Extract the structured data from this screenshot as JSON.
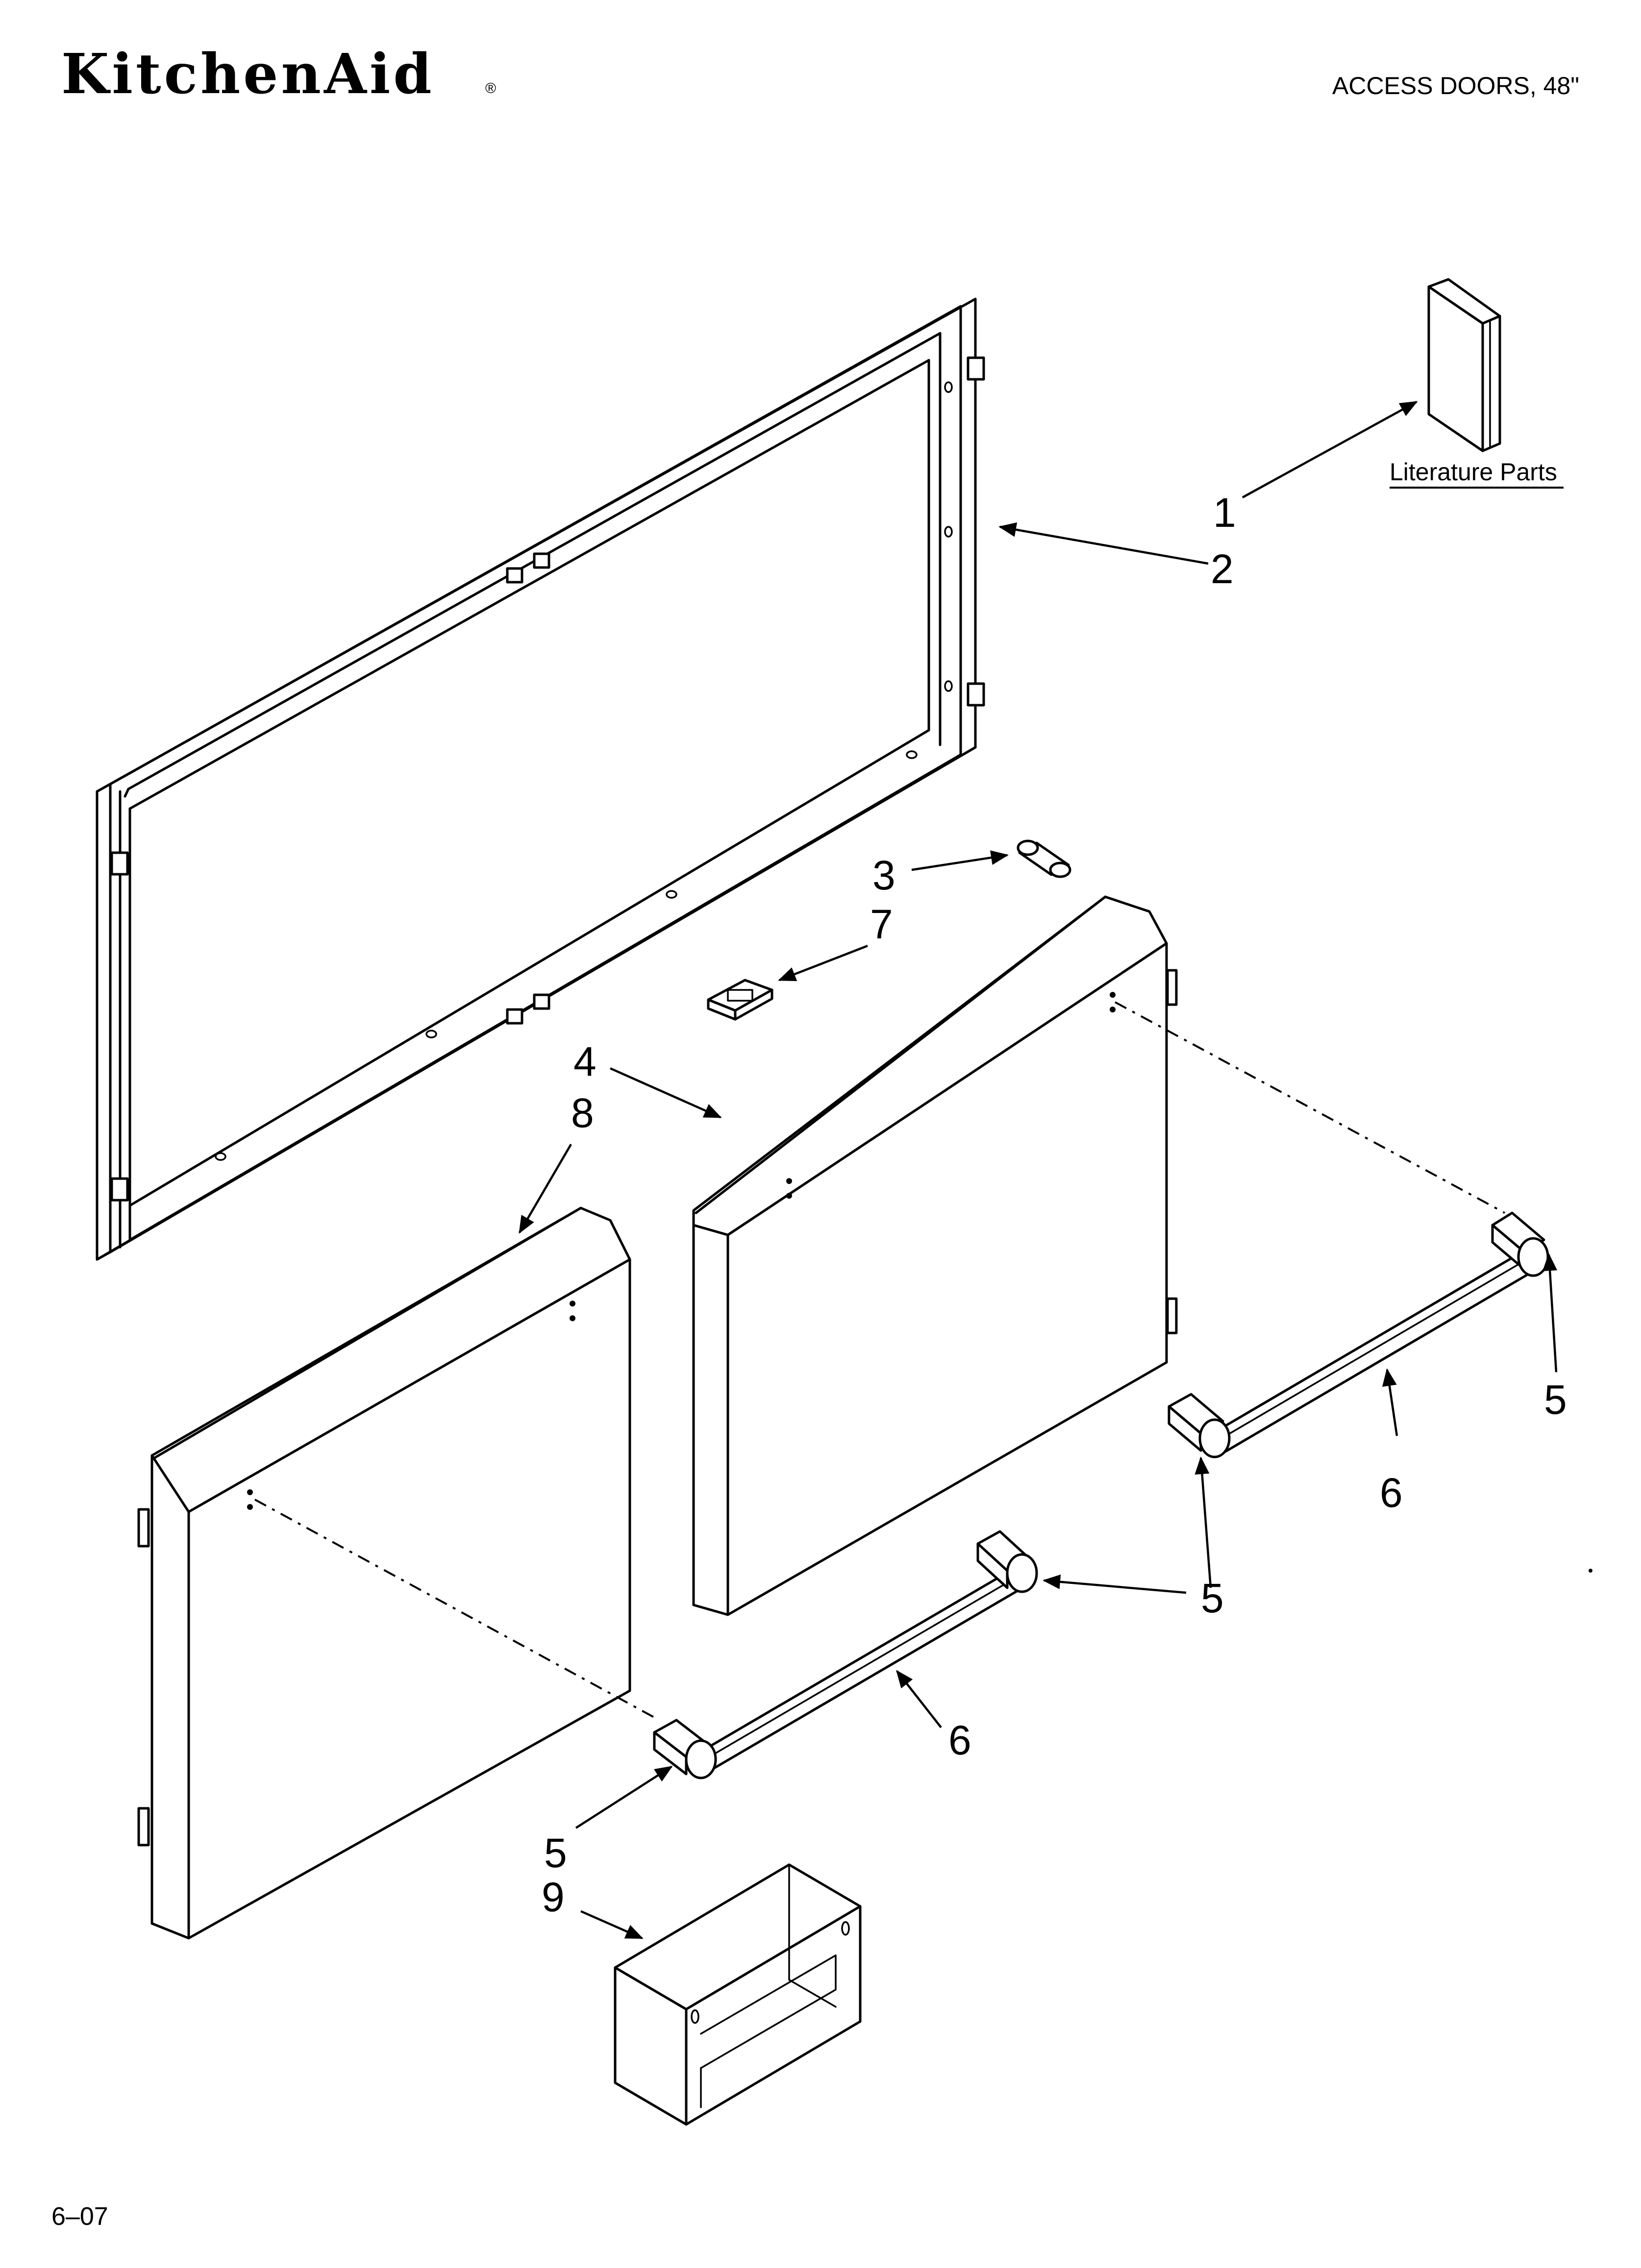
{
  "header": {
    "brand": "KitchenAid",
    "registered_mark": "®",
    "title": "ACCESS DOORS, 48\""
  },
  "callouts": {
    "literature_parts": "Literature Parts",
    "c1": "1",
    "c2": "2",
    "c3": "3",
    "c4": "4",
    "c5a": "5",
    "c5b": "5",
    "c5c": "5",
    "c6a": "6",
    "c6b": "6",
    "c7": "7",
    "c8": "8",
    "c9": "9"
  },
  "footer": {
    "code": "6–07"
  }
}
